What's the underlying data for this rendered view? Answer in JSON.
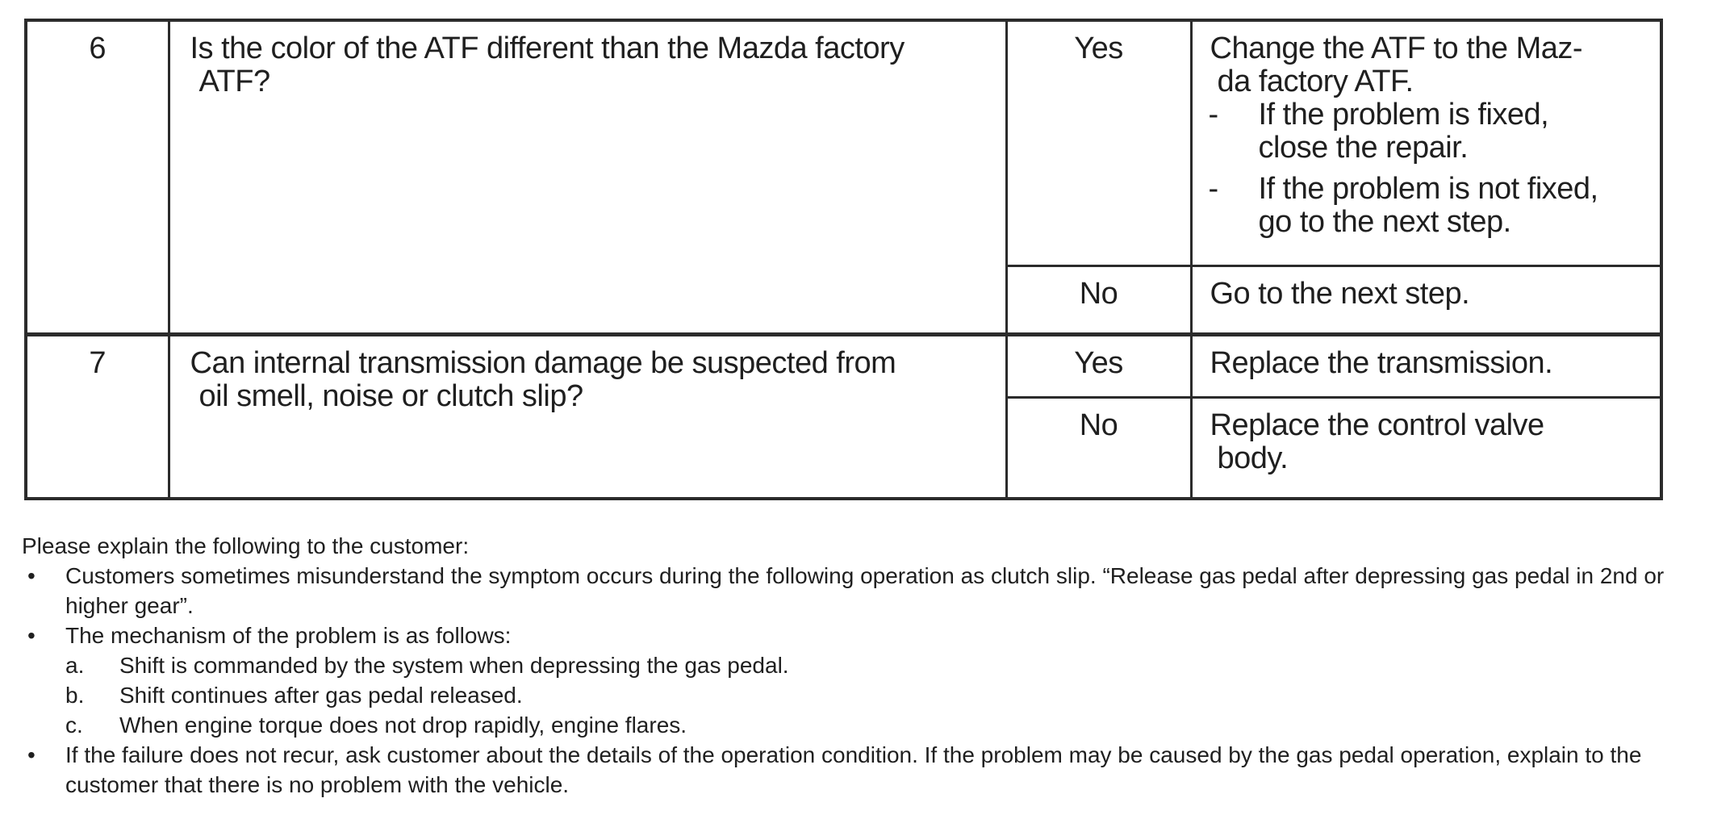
{
  "page": {
    "background": "#ffffff",
    "text_color": "#1f1f1f",
    "border_color": "#2b2b2b"
  },
  "troubleshooting_table": {
    "rows": [
      {
        "step": "6",
        "question_lines": [
          "Is the color of the ATF different than the Mazda factory",
          "ATF?"
        ],
        "branches": [
          {
            "answer": "Yes",
            "action_lines": [
              "Change the ATF to the Maz-",
              "da factory ATF."
            ],
            "subitems": [
              {
                "marker": "-",
                "lines": [
                  "If the problem is fixed,",
                  "close the repair."
                ]
              },
              {
                "marker": "-",
                "lines": [
                  "If the problem is not fixed,",
                  "go to the next step."
                ]
              }
            ]
          },
          {
            "answer": "No",
            "action_lines": [
              "Go to the next step."
            ],
            "subitems": []
          }
        ]
      },
      {
        "step": "7",
        "question_lines": [
          "Can internal transmission damage be suspected from",
          "oil smell, noise or clutch slip?"
        ],
        "branches": [
          {
            "answer": "Yes",
            "action_lines": [
              "Replace the transmission."
            ],
            "subitems": []
          },
          {
            "answer": "No",
            "action_lines": [
              "Replace the control valve",
              "body."
            ],
            "subitems": []
          }
        ]
      }
    ]
  },
  "customer_notes": {
    "intro": "Please explain the following to the customer:",
    "bullets": [
      {
        "marker": "•",
        "text": "Customers sometimes misunderstand the symptom occurs during the following operation as clutch slip. “Release gas pedal after depressing gas pedal in 2nd or higher gear”."
      },
      {
        "marker": "•",
        "text": "The mechanism of the problem is as follows:",
        "subitems": [
          {
            "marker": "a.",
            "text": "Shift is commanded by the system when depressing the gas pedal."
          },
          {
            "marker": "b.",
            "text": "Shift continues after gas pedal released."
          },
          {
            "marker": "c.",
            "text": "When engine torque does not drop rapidly, engine flares."
          }
        ]
      },
      {
        "marker": "•",
        "text": "If the failure does not recur, ask customer about the details of the operation condition. If the problem may be caused by the gas pedal operation, explain to the customer that there is no problem with the vehicle."
      }
    ]
  }
}
